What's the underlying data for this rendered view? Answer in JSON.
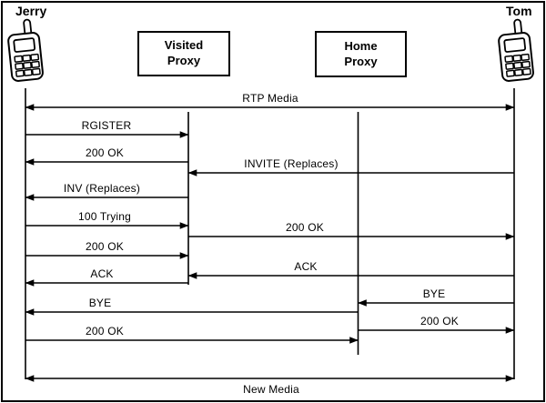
{
  "diagram": {
    "kind": "sip-call-flow-sequence-diagram",
    "colors": {
      "line": "#000000",
      "background": "#ffffff",
      "text": "#000000"
    },
    "actors": [
      {
        "label": "Jerry",
        "type": "mobile-phone"
      },
      {
        "label": "Visited Proxy",
        "type": "proxy-box"
      },
      {
        "label": "Home Proxy",
        "type": "proxy-box"
      },
      {
        "label": "Tom",
        "type": "mobile-phone"
      }
    ],
    "messages": [
      {
        "label": "RTP Media",
        "from": "Jerry",
        "to": "Tom",
        "bidirectional": true
      },
      {
        "label": "RGISTER",
        "from": "Jerry",
        "to": "Visited Proxy",
        "bidirectional": false
      },
      {
        "label": "200 OK",
        "from": "Visited Proxy",
        "to": "Jerry",
        "bidirectional": false
      },
      {
        "label": "INVITE (Replaces)",
        "from": "Tom",
        "to": "Visited Proxy",
        "bidirectional": false
      },
      {
        "label": "INV (Replaces)",
        "from": "Visited Proxy",
        "to": "Jerry",
        "bidirectional": false
      },
      {
        "label": "100 Trying",
        "from": "Jerry",
        "to": "Visited Proxy",
        "bidirectional": false
      },
      {
        "label": "200 OK",
        "from": "Visited Proxy",
        "to": "Tom",
        "bidirectional": false
      },
      {
        "label": "200 OK",
        "from": "Jerry",
        "to": "Visited Proxy",
        "bidirectional": false
      },
      {
        "label": "ACK",
        "from": "Tom",
        "to": "Visited Proxy",
        "bidirectional": false
      },
      {
        "label": "ACK",
        "from": "Visited Proxy",
        "to": "Jerry",
        "bidirectional": false
      },
      {
        "label": "BYE",
        "from": "Tom",
        "to": "Home Proxy",
        "bidirectional": false
      },
      {
        "label": "BYE",
        "from": "Home Proxy",
        "to": "Jerry",
        "bidirectional": false
      },
      {
        "label": "200 OK",
        "from": "Home Proxy",
        "to": "Tom",
        "bidirectional": false
      },
      {
        "label": "200 OK",
        "from": "Jerry",
        "to": "Home Proxy",
        "bidirectional": false
      },
      {
        "label": "New Media",
        "from": "Jerry",
        "to": "Tom",
        "bidirectional": true
      }
    ]
  }
}
